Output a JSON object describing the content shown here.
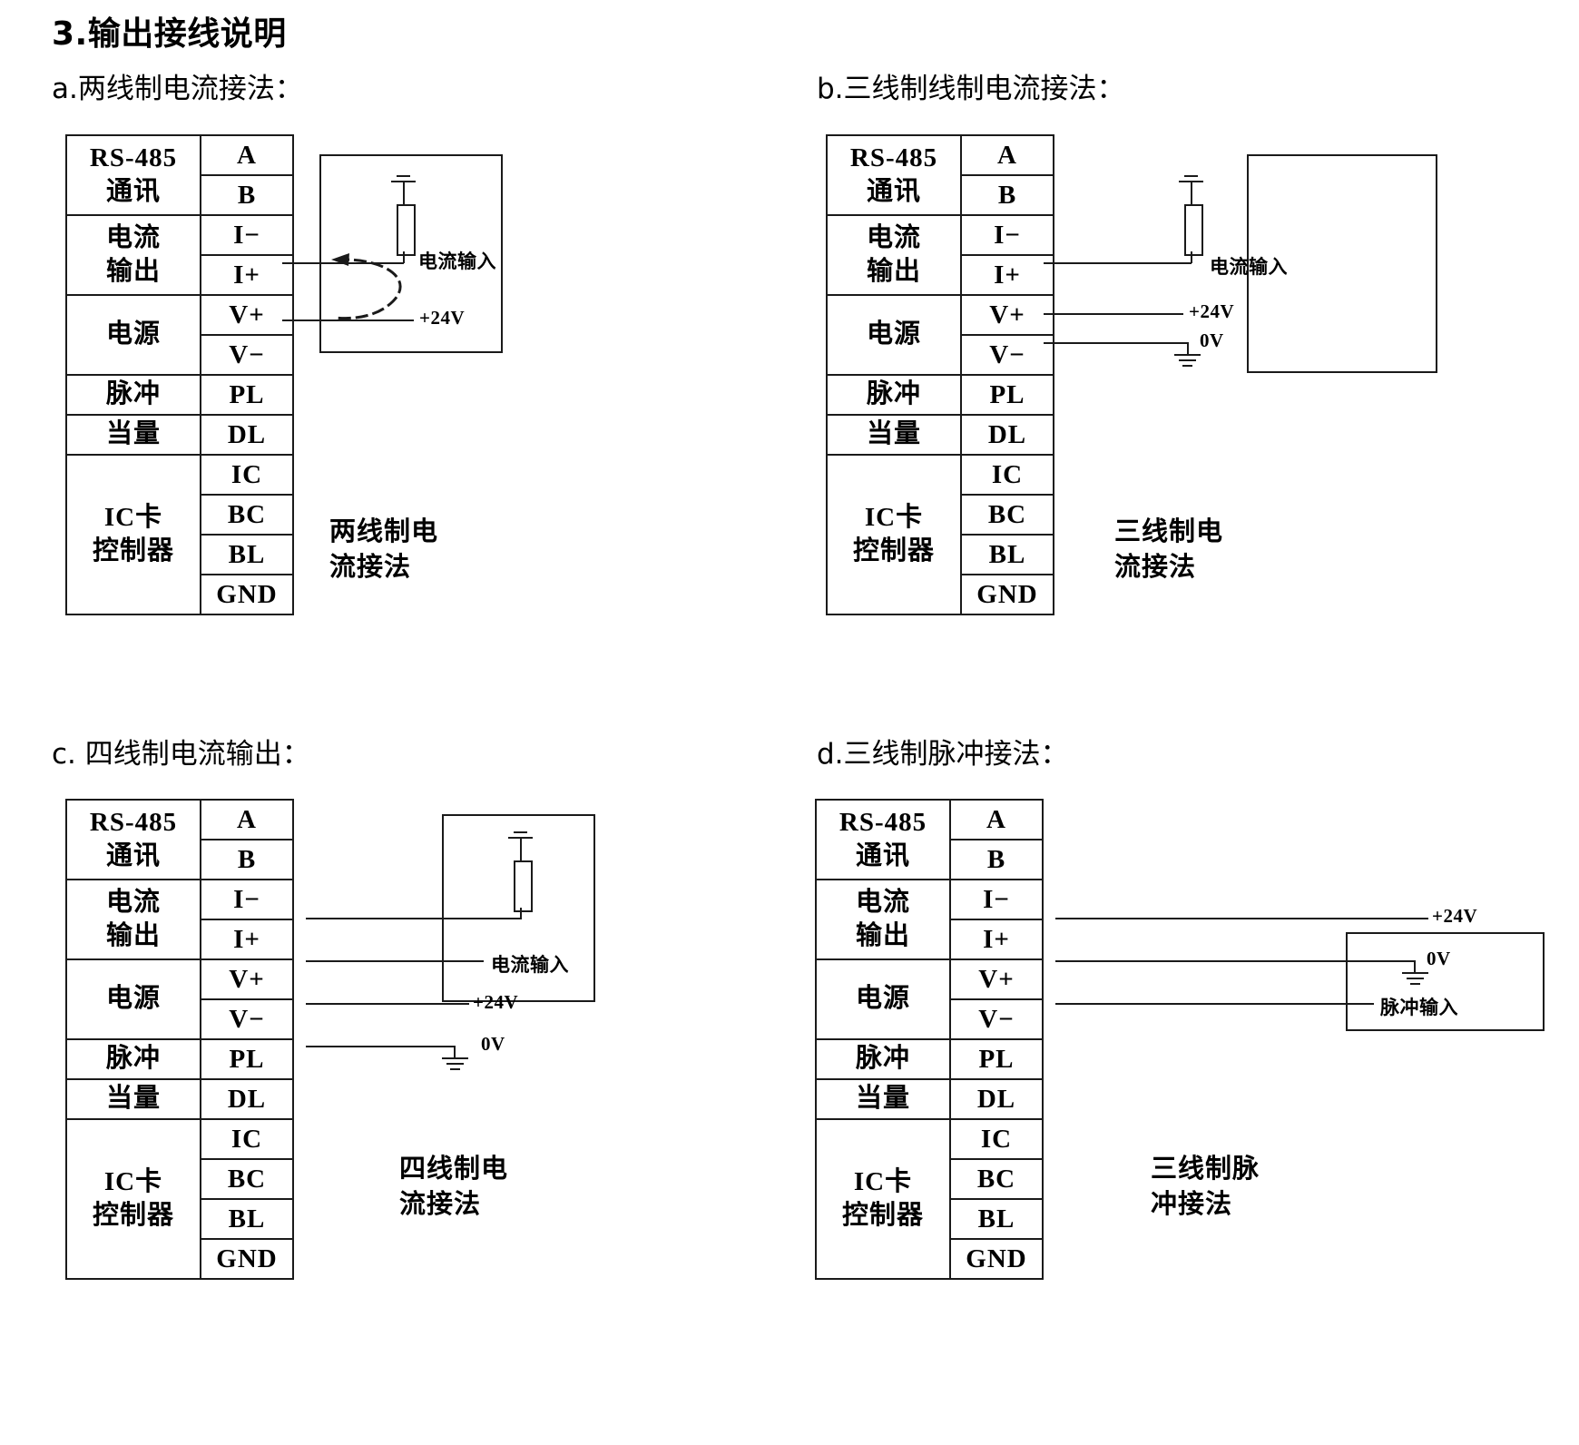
{
  "document": {
    "title": "3.输出接线说明"
  },
  "terminal_table": {
    "groups": [
      {
        "label": "RS-485\n通讯",
        "pins": [
          "A",
          "B"
        ]
      },
      {
        "label": "电流\n输出",
        "pins": [
          "I−",
          "I+"
        ]
      },
      {
        "label": "电源",
        "pins": [
          "V+",
          "V−"
        ]
      },
      {
        "label": "脉冲",
        "pins": [
          "PL"
        ]
      },
      {
        "label": "当量",
        "pins": [
          "DL"
        ]
      },
      {
        "label": "IC卡\n控制器",
        "pins": [
          "IC",
          "BC",
          "BL",
          "GND"
        ]
      }
    ]
  },
  "panels": [
    {
      "id": "a",
      "heading": "a.两线制电流接法：",
      "caption": "两线制电\n流接法",
      "signals": [
        {
          "name": "current-input",
          "text": "电流输入"
        },
        {
          "name": "supply-24v",
          "text": "+24V"
        }
      ],
      "wired_pins": [
        "I+",
        "V+"
      ],
      "has_loop_arrow": true,
      "has_resistor": true,
      "has_zero_volt_ground": false
    },
    {
      "id": "b",
      "heading": "b.三线制线制电流接法：",
      "caption": "三线制电\n流接法",
      "signals": [
        {
          "name": "current-input",
          "text": "电流输入"
        },
        {
          "name": "supply-24v",
          "text": "+24V"
        },
        {
          "name": "supply-0v",
          "text": "0V"
        }
      ],
      "wired_pins": [
        "I+",
        "V+",
        "V−"
      ],
      "has_loop_arrow": false,
      "has_resistor": true,
      "has_zero_volt_ground": true
    },
    {
      "id": "c",
      "heading": "c. 四线制电流输出：",
      "caption": "四线制电\n流接法",
      "signals": [
        {
          "name": "current-input",
          "text": "电流输入"
        },
        {
          "name": "supply-24v",
          "text": "+24V"
        },
        {
          "name": "supply-0v",
          "text": "0V"
        }
      ],
      "wired_pins": [
        "I−",
        "I+",
        "V+",
        "V−"
      ],
      "has_loop_arrow": false,
      "has_resistor": true,
      "has_zero_volt_ground": true
    },
    {
      "id": "d",
      "heading": "d.三线制脉冲接法：",
      "caption": "三线制脉\n冲接法",
      "signals": [
        {
          "name": "supply-24v",
          "text": "+24V"
        },
        {
          "name": "supply-0v",
          "text": "0V"
        },
        {
          "name": "pulse-input",
          "text": "脉冲输入"
        }
      ],
      "wired_pins": [
        "V+",
        "V−",
        "PL"
      ],
      "has_loop_arrow": false,
      "has_resistor": false,
      "has_zero_volt_ground": true
    }
  ],
  "colors": {
    "ink": "#1a1a1a",
    "paper": "#ffffff"
  }
}
